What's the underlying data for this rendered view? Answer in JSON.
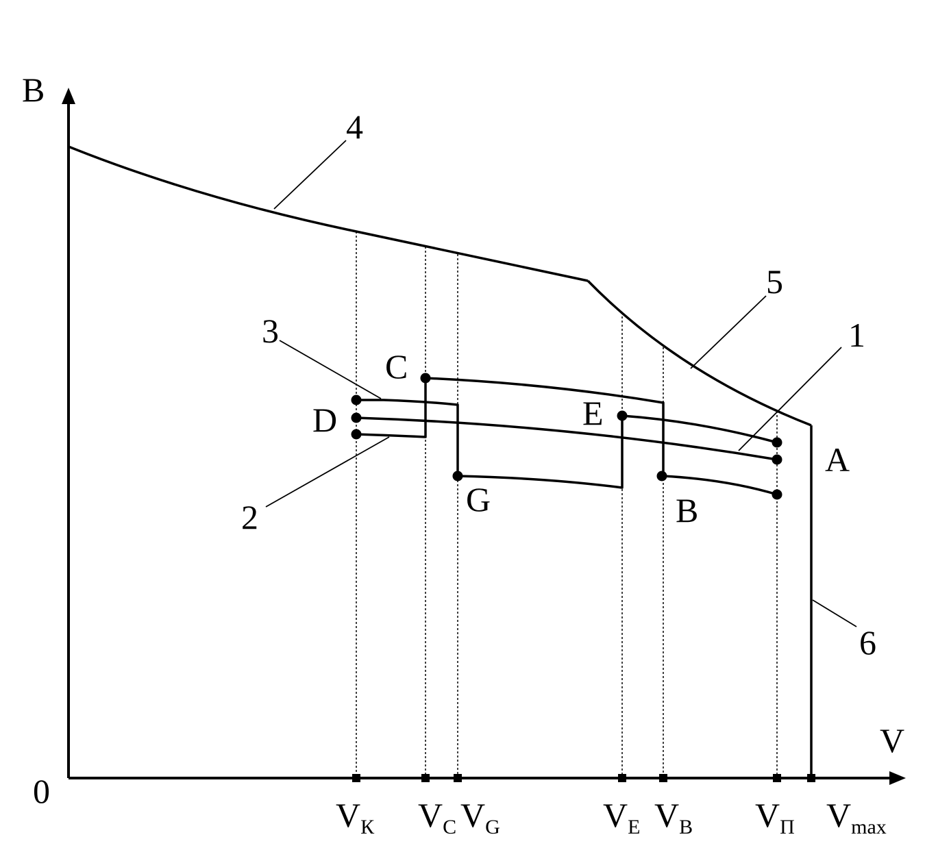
{
  "axes": {
    "y_label": "B",
    "x_label": "V",
    "origin_label": "0"
  },
  "curve_numbers": {
    "c1": "1",
    "c2": "2",
    "c3": "3",
    "c4": "4",
    "c5": "5",
    "c6": "6"
  },
  "point_letters": {
    "A": "A",
    "B": "B",
    "C": "C",
    "D": "D",
    "E": "E",
    "G": "G"
  },
  "x_ticks": [
    {
      "main": "V",
      "sub": "К"
    },
    {
      "main": "V",
      "sub": "C"
    },
    {
      "main": "V",
      "sub": "G"
    },
    {
      "main": "V",
      "sub": "E"
    },
    {
      "main": "V",
      "sub": "B"
    },
    {
      "main": "V",
      "sub": "П"
    },
    {
      "main": "V",
      "sub": "max"
    }
  ]
}
